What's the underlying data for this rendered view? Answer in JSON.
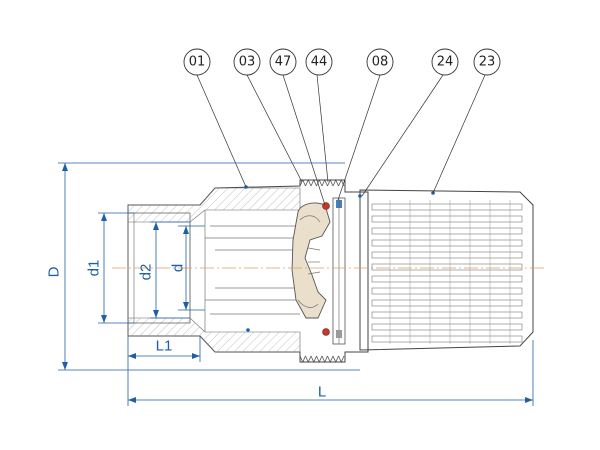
{
  "balloons": [
    "01",
    "03",
    "47",
    "44",
    "08",
    "24",
    "23"
  ],
  "dimensions": {
    "D": "D",
    "d1": "d1",
    "d2": "d2",
    "d": "d",
    "L1": "L1",
    "L": "L"
  },
  "colors": {
    "dimension": "#1f5fa8",
    "centerline": "#e0a060",
    "outline": "#444444",
    "hatch": "#9a9a9a",
    "body_fill": "#f2f2f2",
    "clip_fill": "#e8dcc4",
    "oring": "#c0392b",
    "point": "#1f5fa8"
  }
}
